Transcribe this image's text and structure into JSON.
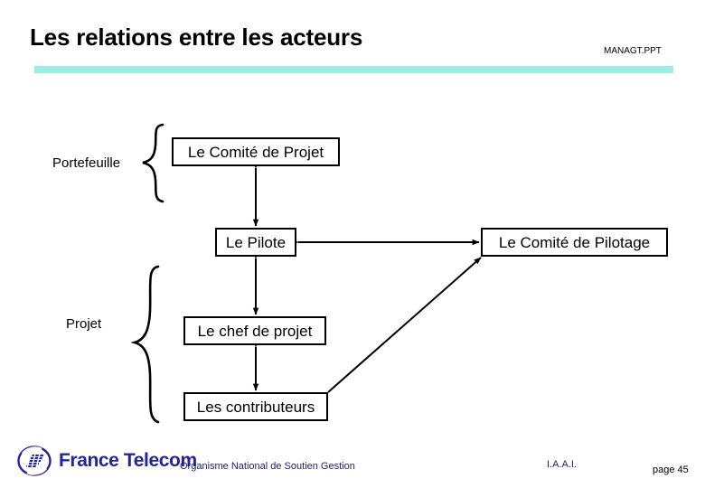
{
  "header": {
    "title": "Les relations entre les acteurs",
    "deck_code": "MANAGT.PPT",
    "accent_color": "#99f0e8"
  },
  "diagram": {
    "groups": [
      {
        "id": "portefeuille",
        "label": "Portefeuille",
        "brace_icon": "curly-brace-icon"
      },
      {
        "id": "projet",
        "label": "Projet",
        "brace_icon": "curly-brace-icon"
      }
    ],
    "nodes": [
      {
        "id": "comite-projet",
        "label": "Le Comité de Projet"
      },
      {
        "id": "pilote",
        "label": "Le Pilote"
      },
      {
        "id": "comite-pilotage",
        "label": "Le Comité de Pilotage"
      },
      {
        "id": "chef-projet",
        "label": "Le chef de projet"
      },
      {
        "id": "contributeurs",
        "label": "Les contributeurs"
      }
    ],
    "connections": [
      {
        "from": "comite-projet",
        "to": "pilote",
        "style": "double-arrow-vertical"
      },
      {
        "from": "pilote",
        "to": "chef-projet",
        "style": "double-arrow-vertical"
      },
      {
        "from": "chef-projet",
        "to": "contributeurs",
        "style": "double-arrow-vertical"
      },
      {
        "from": "pilote",
        "to": "comite-pilotage",
        "style": "double-arrow-horizontal"
      },
      {
        "from": "contributeurs",
        "to": "comite-pilotage",
        "style": "double-arrow-diagonal"
      }
    ],
    "line_color": "#000000"
  },
  "footer": {
    "brand": "France Telecom",
    "brand_color": "#24249b",
    "logo_icon": "france-telecom-logo-icon",
    "organisation": "Organisme National de Soutien Gestion",
    "unit": "I.A.A.I.",
    "page": "page 45"
  }
}
